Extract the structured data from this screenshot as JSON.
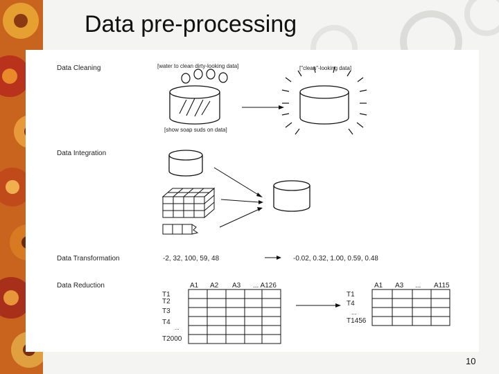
{
  "slide": {
    "title": "Data pre-processing",
    "page_number": "10"
  },
  "figure": {
    "sections": {
      "cleaning": {
        "label": "Data Cleaning",
        "caption_left": "[water to clean dirty-looking data]",
        "caption_right": "[\"clean\"-looking data]",
        "caption_bottom": "[show soap suds on data]"
      },
      "integration": {
        "label": "Data Integration"
      },
      "transformation": {
        "label": "Data Transformation",
        "input_values": "-2, 32, 100, 59, 48",
        "output_values": "-0.02, 0.32, 1.00, 0.59, 0.48"
      },
      "reduction": {
        "label": "Data Reduction",
        "left_table": {
          "headers": [
            "A1",
            "A2",
            "A3",
            "... A126"
          ],
          "row_labels": [
            "T1",
            "T2",
            "T3",
            "T4",
            "...",
            "T2000"
          ]
        },
        "right_table": {
          "headers": [
            "A1",
            "A3",
            "...",
            "A115"
          ],
          "row_labels": [
            "T1",
            "T4",
            "...",
            "T1456"
          ]
        }
      }
    }
  },
  "colors": {
    "background": "#f4f4f2",
    "gear_orange": "#d9821e",
    "gear_red": "#b8321c",
    "gear_gray": "#9a9a9a"
  }
}
